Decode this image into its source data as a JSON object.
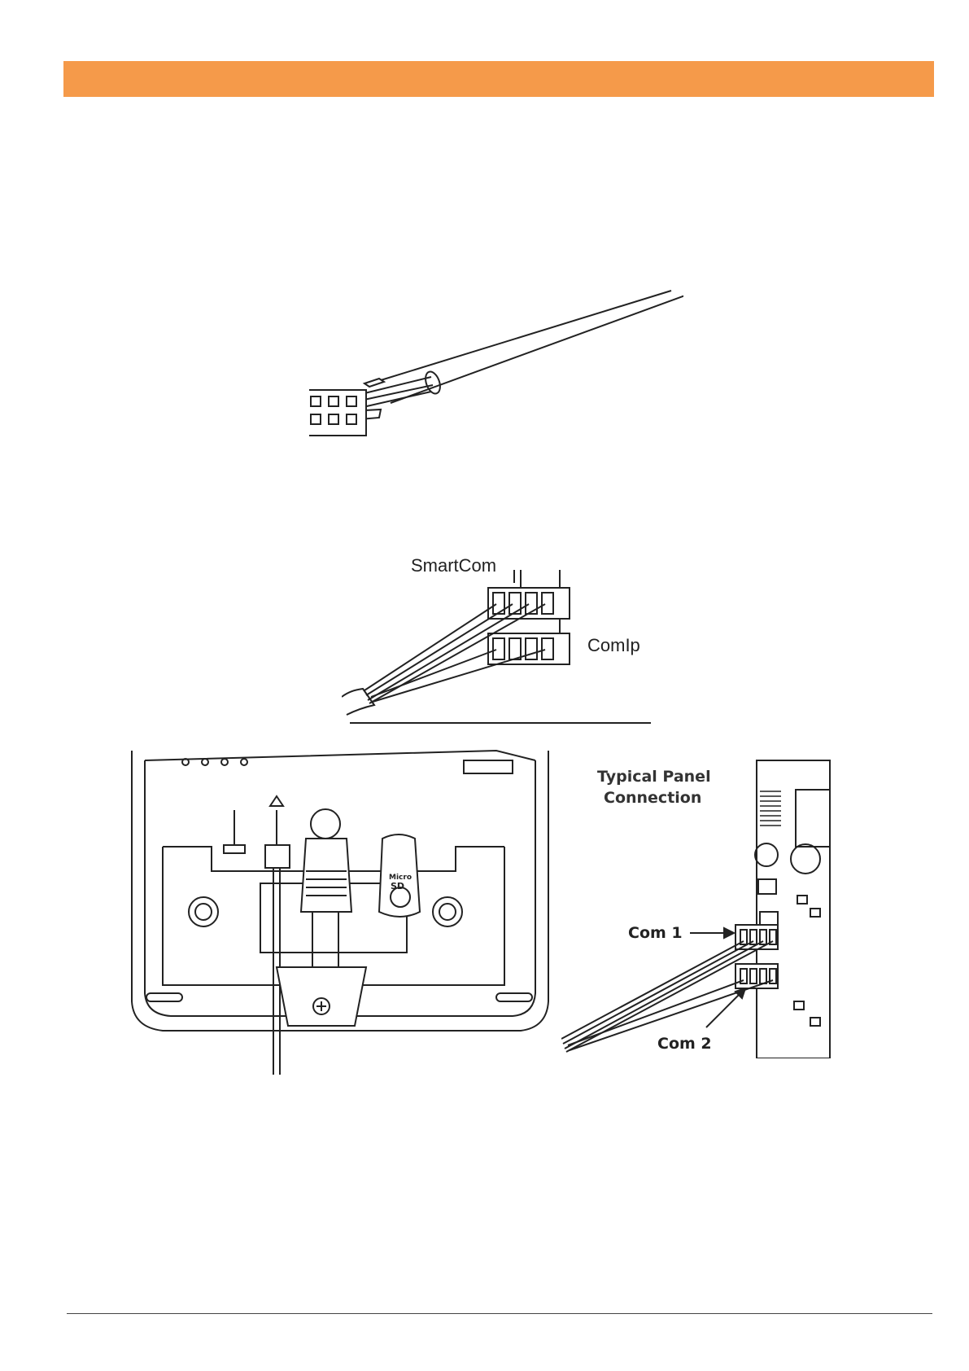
{
  "colors": {
    "header_bar": "#f59a4a",
    "line_art": "#222222",
    "footer_rule": "#444444"
  },
  "figures": {
    "cable": {
      "icon": "six-pin-connector-cable"
    },
    "split_cable": {
      "icon": "dual-connector-split-cable",
      "label_top": "SmartCom",
      "label_bottom": "ComIp"
    },
    "enclosure": {
      "icon": "open-enclosure-with-cable-entry",
      "microsd_line1": "Micro",
      "microsd_line2": "SD"
    },
    "panel": {
      "icon": "panel-board-connection",
      "title_line1": "Typical Panel",
      "title_line2": "Connection",
      "com1_label": "Com 1",
      "com2_label": "Com 2"
    }
  }
}
